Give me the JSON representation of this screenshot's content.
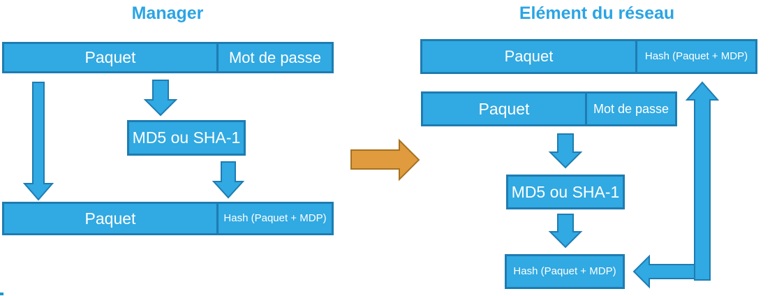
{
  "left": {
    "title": "Manager",
    "top_box": {
      "left": "Paquet",
      "right": "Mot de passe"
    },
    "md5_label": "MD5 ou SHA-1",
    "bottom_box": {
      "left": "Paquet",
      "right": "Hash (Paquet + MDP)"
    }
  },
  "right": {
    "title": "Elément du réseau",
    "top_box": {
      "left": "Paquet",
      "right": "Hash (Paquet + MDP)"
    },
    "second_box": {
      "left": "Paquet",
      "right": "Mot de passe"
    },
    "md5_label": "MD5 ou SHA-1",
    "hash_box_label": "Hash (Paquet + MDP)"
  },
  "icons": {
    "arrows": [
      "manager-packet-flow-down-arrow",
      "manager-password-to-md5-down-arrow",
      "manager-md5-to-hash-down-arrow",
      "network-transfer-right-arrow",
      "element-password-to-md5-down-arrow",
      "element-md5-to-hash-down-arrow",
      "hash-compare-left-arrow",
      "hash-compare-up-arrow"
    ]
  },
  "colors": {
    "shape_fill": "#31a9e2",
    "shape_border": "#1e7cb2",
    "title_text": "#2ba4e4",
    "box_text": "#ffffff",
    "transfer_arrow_fill": "#df9b3e",
    "transfer_arrow_border": "#a6711f",
    "background": "#ffffff"
  }
}
